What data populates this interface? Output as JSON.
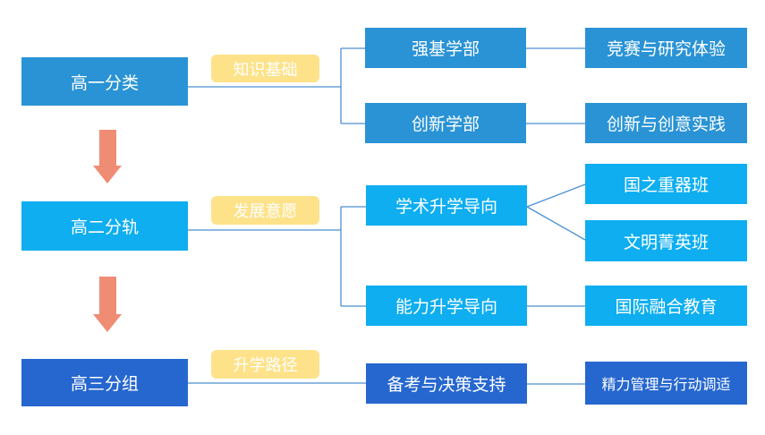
{
  "colors": {
    "grade1": "#2a93d5",
    "grade2": "#0eaef0",
    "grade3": "#2667cf",
    "tag": "#fde289",
    "arrow": "#ef8d74",
    "connector": "#4a8fd0"
  },
  "grades": [
    {
      "label": "高一分类",
      "tag": "知识基础"
    },
    {
      "label": "高二分轨",
      "tag": "发展意愿"
    },
    {
      "label": "高三分组",
      "tag": "升学路径"
    }
  ],
  "mid": {
    "strong_base": "强基学部",
    "innovation": "创新学部",
    "academic": "学术升学导向",
    "ability": "能力升学导向",
    "prep": "备考与决策支持"
  },
  "right": {
    "competition": "竞赛与研究体验",
    "creative_practice": "创新与创意实践",
    "national_class": "国之重器班",
    "elite_class": "文明菁英班",
    "intl_edu": "国际融合教育",
    "energy_mgmt": "精力管理与行动调适"
  }
}
